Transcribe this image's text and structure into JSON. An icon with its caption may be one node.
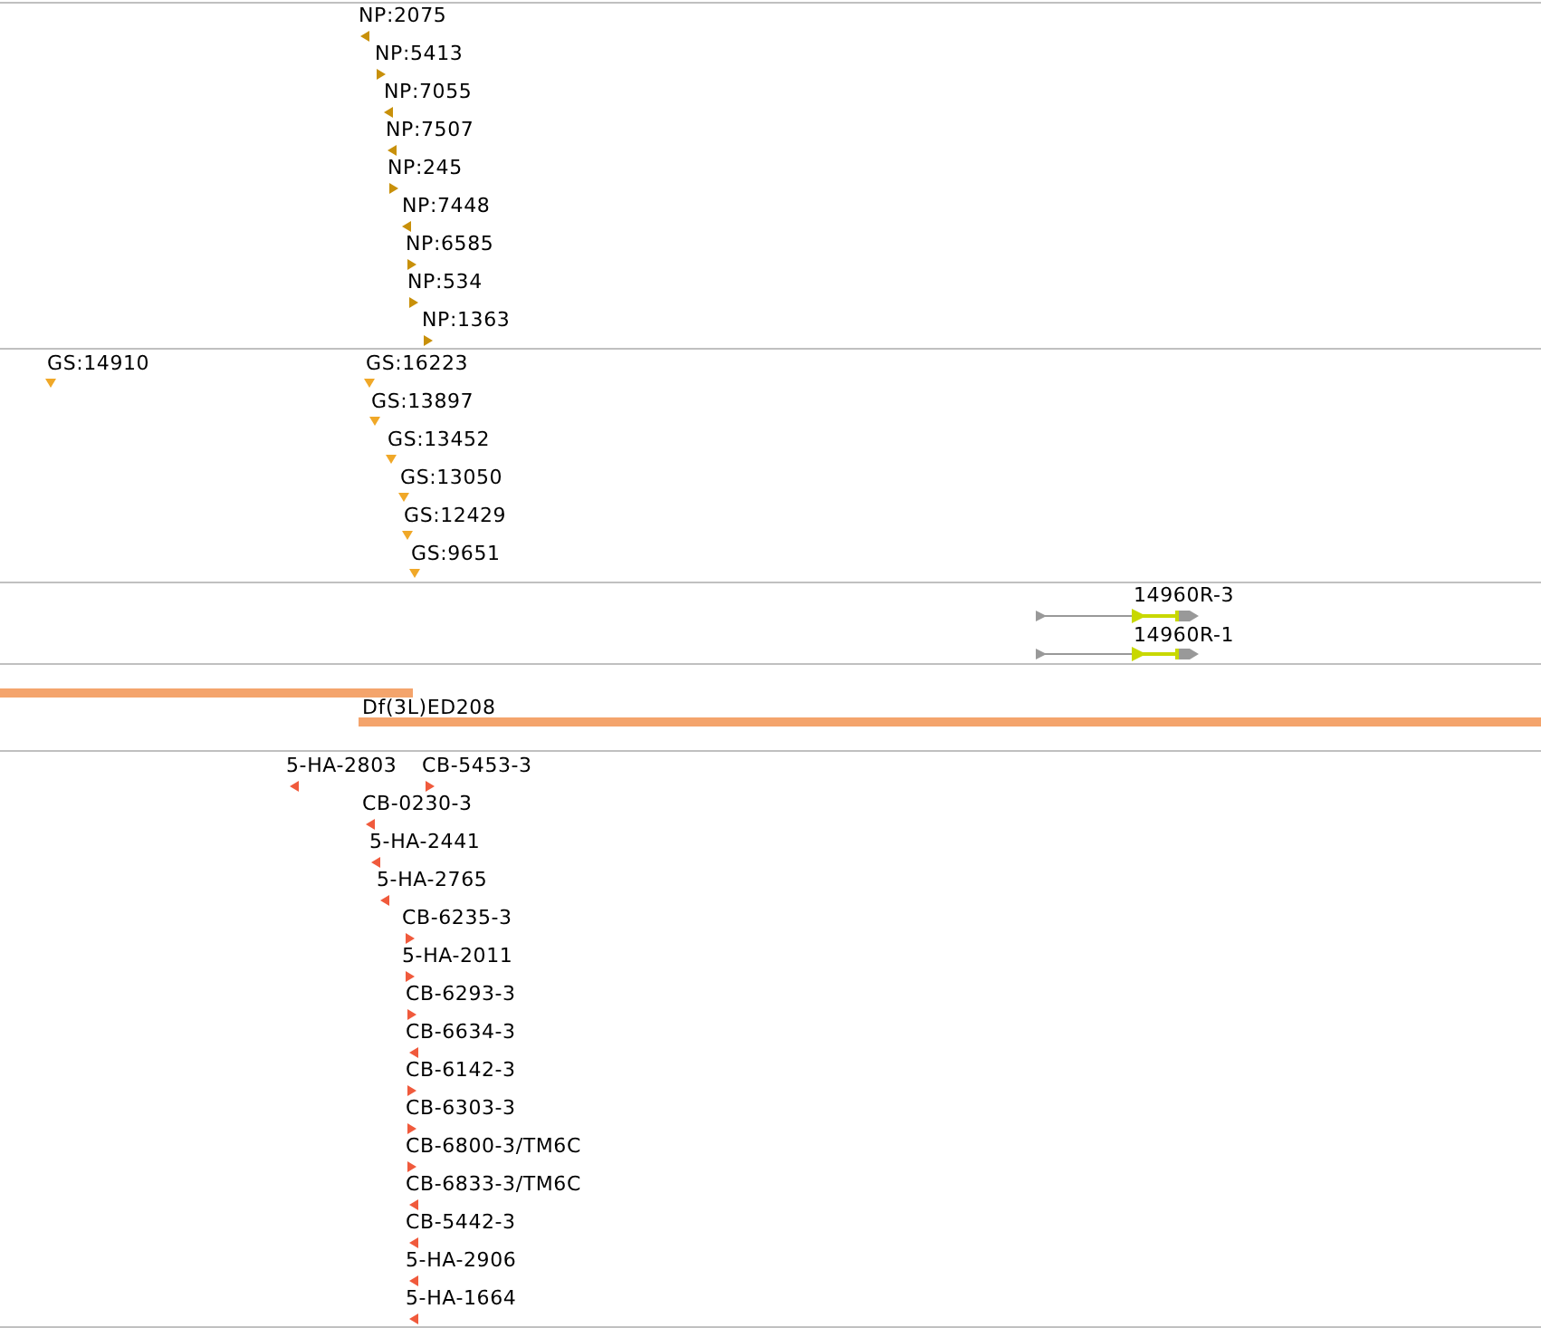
{
  "diagram": {
    "labels": [
      "NP:2075",
      "NP:5413",
      "NP:7055",
      "NP:7507",
      "NP:245",
      "NP:7448",
      "NP:6585",
      "NP:534",
      "NP:1363",
      "GS:14910",
      "GS:16223",
      "GS:13897",
      "GS:13452",
      "GS:13050",
      "GS:12429",
      "GS:9651",
      "14960R-3",
      "14960R-1",
      "Df(3L)ED208",
      "5-HA-2803",
      "CB-5453-3",
      "CB-0230-3",
      "5-HA-2441",
      "5-HA-2765",
      "CB-6235-3",
      "5-HA-2011",
      "CB-6293-3",
      "CB-6634-3",
      "CB-6142-3",
      "CB-6303-3",
      "CB-6800-3/TM6C",
      "CB-6833-3/TM6C",
      "CB-5442-3",
      "5-HA-2906",
      "5-HA-1664"
    ]
  }
}
